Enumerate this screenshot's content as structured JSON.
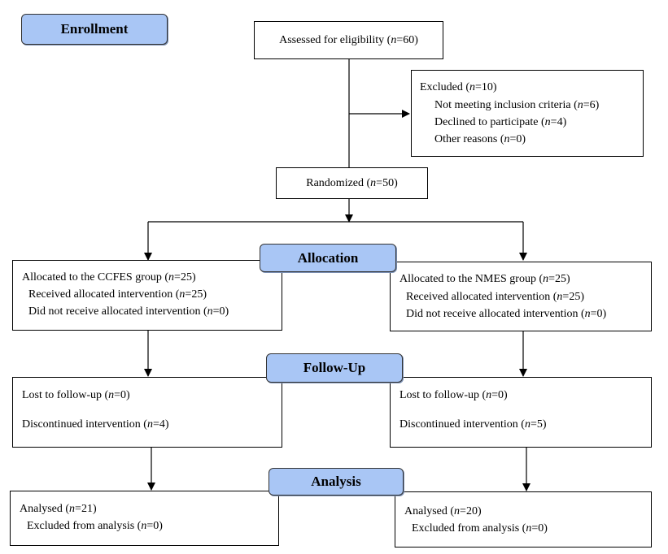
{
  "stages": {
    "enrollment": "Enrollment",
    "allocation": "Allocation",
    "follow_up": "Follow-Up",
    "analysis": "Analysis"
  },
  "assessed": {
    "label": "Assessed for eligibility (",
    "n": "n",
    "value": "=60)"
  },
  "excluded": {
    "title": {
      "label": "Excluded (",
      "n": "n",
      "value": "=10)"
    },
    "items": [
      {
        "label": "Not meeting inclusion criteria (",
        "n": "n",
        "value": "=6)"
      },
      {
        "label": "Declined to participate (",
        "n": "n",
        "value": "=4)"
      },
      {
        "label": "Other reasons (",
        "n": "n",
        "value": "=0)"
      }
    ]
  },
  "randomized": {
    "label": "Randomized (",
    "n": "n",
    "value": "=50)"
  },
  "ccfes": {
    "allocation": [
      {
        "label": "Allocated to the CCFES group (",
        "n": "n",
        "value": "=25)"
      },
      {
        "label": "Received allocated intervention (",
        "n": "n",
        "value": "=25)"
      },
      {
        "label": "Did not receive allocated intervention (",
        "n": "n",
        "value": "=0)"
      }
    ],
    "follow_up": [
      {
        "label": "Lost to follow-up (",
        "n": "n",
        "value": "=0)"
      },
      {
        "label": "Discontinued intervention (",
        "n": "n",
        "value": "=4)"
      }
    ],
    "analysis": [
      {
        "label": "Analysed (",
        "n": "n",
        "value": "=21)"
      },
      {
        "label": "Excluded from analysis (",
        "n": "n",
        "value": "=0)"
      }
    ]
  },
  "nmes": {
    "allocation": [
      {
        "label": "Allocated to the NMES group (",
        "n": "n",
        "value": "=25)"
      },
      {
        "label": "Received allocated intervention (",
        "n": "n",
        "value": "=25)"
      },
      {
        "label": "Did not receive allocated intervention (",
        "n": "n",
        "value": "=0)"
      }
    ],
    "follow_up": [
      {
        "label": "Lost to follow-up (",
        "n": "n",
        "value": "=0)"
      },
      {
        "label": "Discontinued intervention (",
        "n": "n",
        "value": "=5)"
      }
    ],
    "analysis": [
      {
        "label": "Analysed (",
        "n": "n",
        "value": "=20)"
      },
      {
        "label": "Excluded from analysis (",
        "n": "n",
        "value": "=0)"
      }
    ]
  },
  "colors": {
    "stage_fill": "#a9c6f5",
    "line": "#000000"
  }
}
